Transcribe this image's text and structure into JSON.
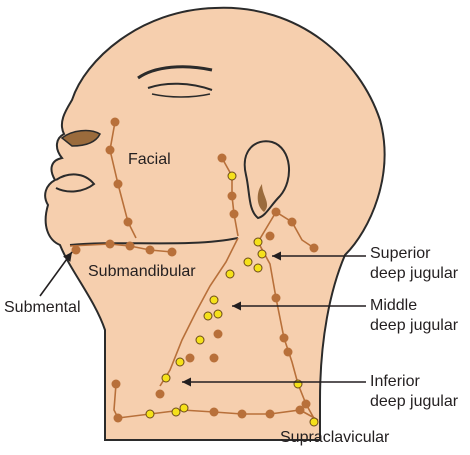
{
  "labels": {
    "facial": "Facial",
    "submandibular": "Submandibular",
    "submental": "Submental",
    "superior_l1": "Superior",
    "superior_l2": "deep jugular",
    "middle_l1": "Middle",
    "middle_l2": "deep jugular",
    "inferior_l1": "Inferior",
    "inferior_l2": "deep jugular",
    "supraclavicular": "Supraclavicular"
  },
  "colors": {
    "skin": "#f6cfae",
    "outline": "#2b2b2b",
    "node_brown": "#b8703a",
    "node_yellow": "#f5e11a",
    "lymph_vessel": "#b8703a",
    "ear_shadow": "#9a6b3c",
    "nostril": "#9a6b3c"
  }
}
